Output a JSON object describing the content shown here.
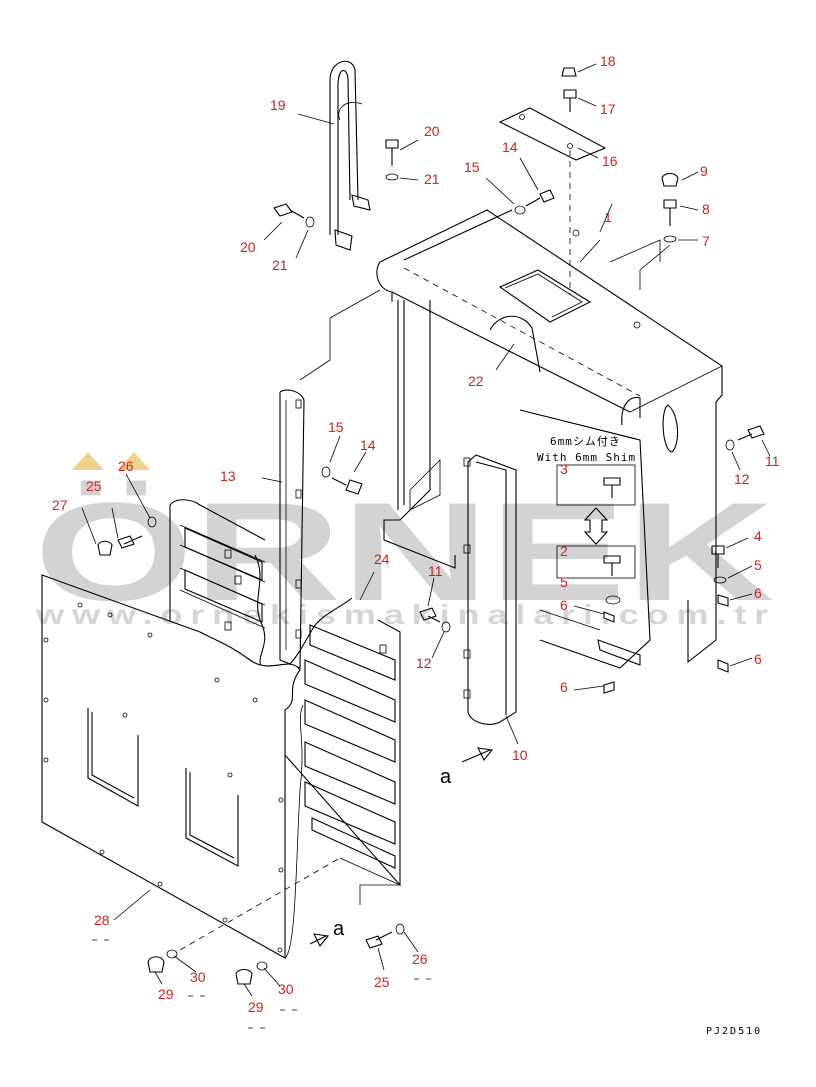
{
  "drawing_code": "PJ2D510",
  "shim_note": {
    "line1": "6mmシム付き",
    "line2": "With 6mm Shim"
  },
  "view_arrow": "a",
  "watermark": {
    "brand": "ÖRNEK",
    "url": "www.ornekismakinalari.com.tr",
    "color": "#000000"
  },
  "callouts": {
    "c1": "1",
    "c2": "2",
    "c3": "3",
    "c4": "4",
    "c5a": "5",
    "c5b": "5",
    "c6a": "6",
    "c6b": "6",
    "c6c": "6",
    "c6d": "6",
    "c7": "7",
    "c8": "8",
    "c9": "9",
    "c10": "10",
    "c11a": "11",
    "c11b": "11",
    "c12a": "12",
    "c12b": "12",
    "c13": "13",
    "c14a": "14",
    "c14b": "14",
    "c15a": "15",
    "c15b": "15",
    "c16": "16",
    "c17": "17",
    "c18": "18",
    "c19": "19",
    "c20a": "20",
    "c20b": "20",
    "c21a": "21",
    "c21b": "21",
    "c22": "22",
    "c24": "24",
    "c25a": "25",
    "c25b": "25",
    "c26a": "26",
    "c26b": "26",
    "c27": "27",
    "c28": "28",
    "c29a": "29",
    "c29b": "29",
    "c30a": "30",
    "c30b": "30"
  },
  "colors": {
    "callout": "#d42020",
    "line": "#000000"
  }
}
